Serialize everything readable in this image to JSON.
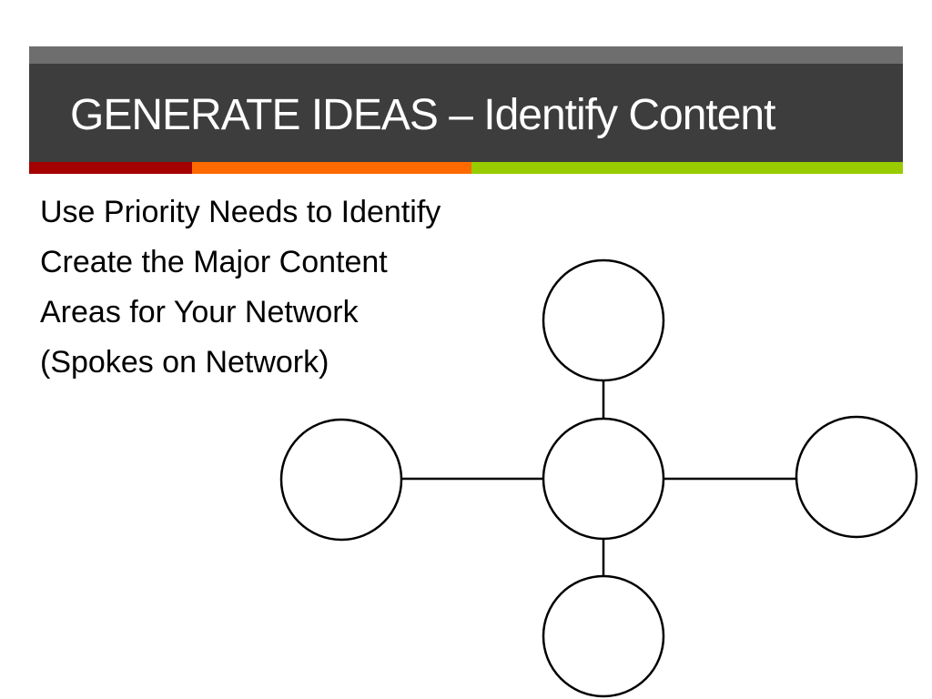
{
  "slide": {
    "title": "GENERATE IDEAS – Identify Content",
    "body_lines": [
      "Use Priority Needs to Identify",
      "Create the Major Content",
      "Areas for Your Network",
      "(Spokes on Network)"
    ]
  },
  "colors": {
    "title_band": "#3d3d3d",
    "title_band_top": "#6e6e6e",
    "accent_red": "#a50000",
    "accent_orange": "#ff6a00",
    "accent_green": "#99cc00"
  },
  "diagram": {
    "type": "hub-and-spoke",
    "nodes": [
      "hub",
      "spoke-top",
      "spoke-left",
      "spoke-right",
      "spoke-bottom"
    ],
    "edges": [
      [
        "hub",
        "spoke-top"
      ],
      [
        "hub",
        "spoke-left"
      ],
      [
        "hub",
        "spoke-right"
      ],
      [
        "hub",
        "spoke-bottom"
      ]
    ]
  }
}
